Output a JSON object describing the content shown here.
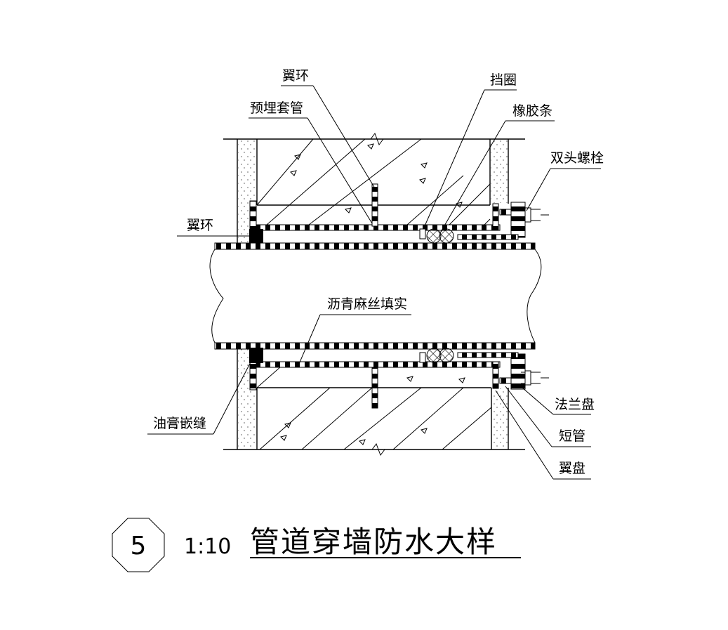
{
  "labels": {
    "wing_ring_top": "翼环",
    "embedded_sleeve": "预埋套管",
    "stop_ring": "挡圈",
    "rubber_strip": "橡胶条",
    "double_bolt": "双头螺栓",
    "wing_ring_left": "翼环",
    "asphalt_fill": "沥青麻丝填实",
    "grease_caulk": "油膏嵌缝",
    "flange_plate": "法兰盘",
    "short_pipe": "短管",
    "wing_plate": "翼盘"
  },
  "title": {
    "number": "5",
    "scale": "1:10",
    "text": "管道穿墙防水大样"
  }
}
